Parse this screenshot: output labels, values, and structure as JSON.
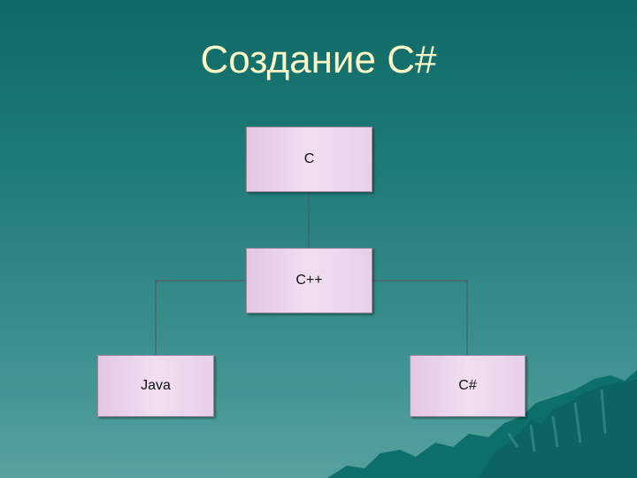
{
  "slide": {
    "title": "Создание C#"
  },
  "diagram": {
    "nodes": {
      "c": "C",
      "cpp": "C++",
      "java": "Java",
      "csharp": "C#"
    }
  },
  "colors": {
    "background_top": "#0f6a66",
    "background_bottom": "#55a19e",
    "title_text": "#fbf7c6",
    "node_fill": "#ecd7ec",
    "connector": "#5a4f5a",
    "mountain": "#0e6e6b"
  }
}
